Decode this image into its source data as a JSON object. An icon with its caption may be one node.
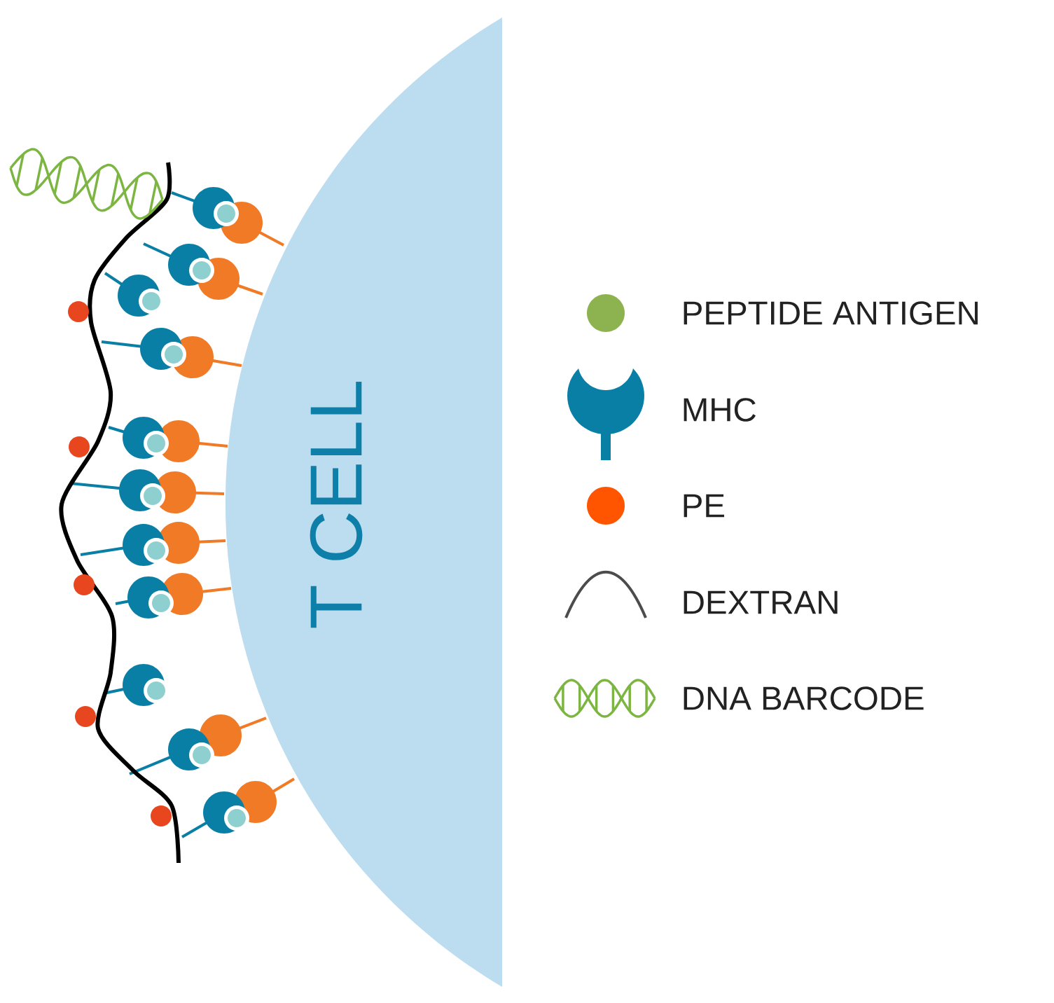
{
  "diagram": {
    "nodes": [
      {
        "text": [
          "T CELL"
        ]
      }
    ],
    "legend": [
      {
        "text": "PEPTIDE ANTIGEN",
        "color": "#8db350"
      },
      {
        "text": "MHC"
      },
      {
        "text": "PE",
        "color": "#ff5500"
      },
      {
        "text": "DEXTRAN"
      },
      {
        "text": "DNA BARCODE"
      }
    ]
  }
}
